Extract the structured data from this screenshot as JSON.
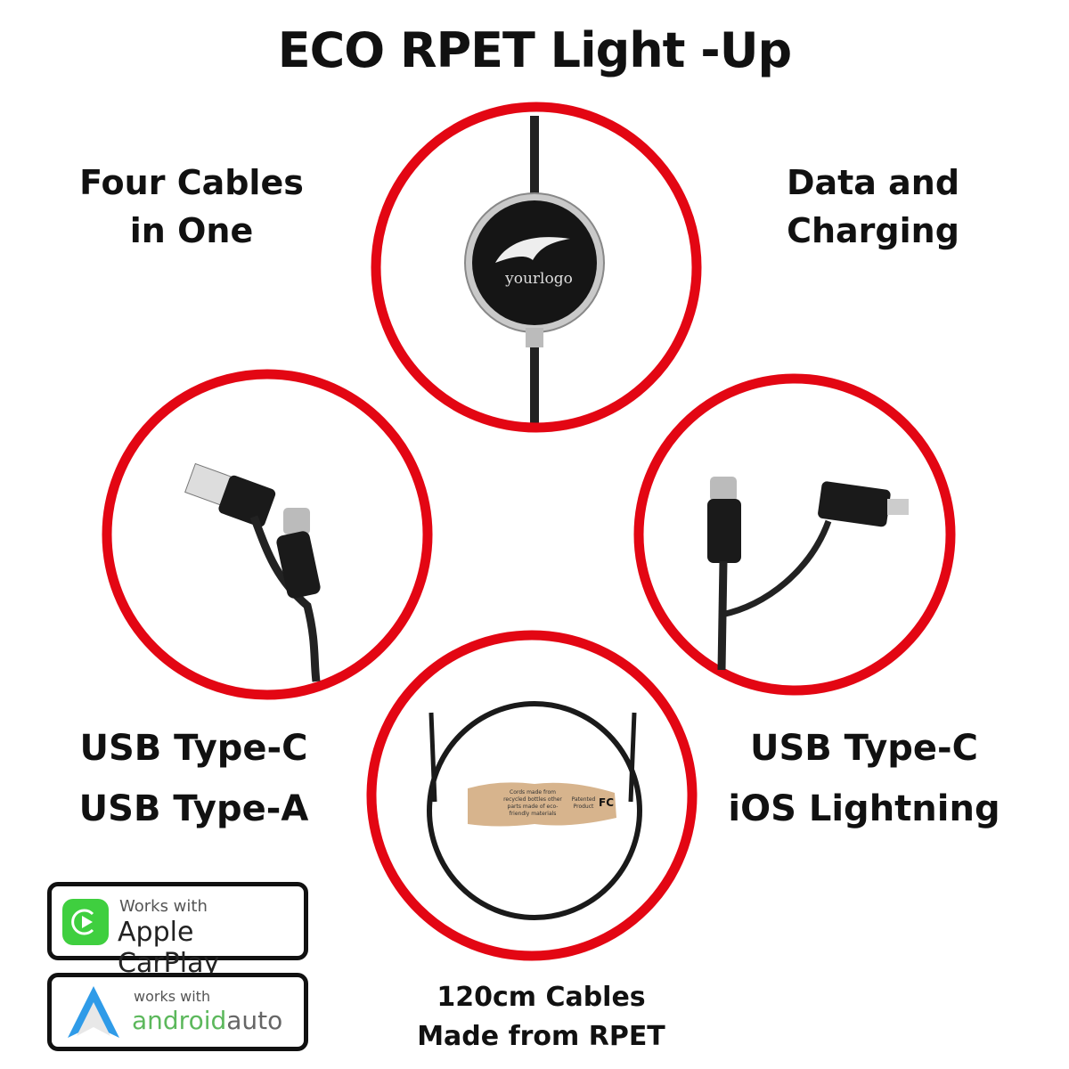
{
  "title": "ECO RPET Light -Up",
  "features": {
    "top_left": [
      "Four Cables",
      "in One"
    ],
    "top_right": [
      "Data and",
      "Charging"
    ],
    "bottom_left": [
      "USB Type-C",
      "USB Type-A"
    ],
    "bottom_right": [
      "USB Type-C",
      "iOS Lightning"
    ],
    "bottom_center": [
      "120cm Cables",
      "Made from RPET"
    ]
  },
  "logo_text": "yourlogo",
  "tag": {
    "text": "Cords made from recycled bottles other parts made of eco-friendly materials",
    "side": "Patented Product",
    "mark": "FC"
  },
  "badges": {
    "carplay": {
      "small": "Works with",
      "big": "Apple CarPlay",
      "color": "#3fcf3f"
    },
    "android": {
      "small": "works with",
      "big_green": "android",
      "big_gray": "auto",
      "green": "#5cb85c",
      "blue": "#2f9be8"
    }
  },
  "colors": {
    "ring": "#e30613",
    "text": "#111111"
  }
}
